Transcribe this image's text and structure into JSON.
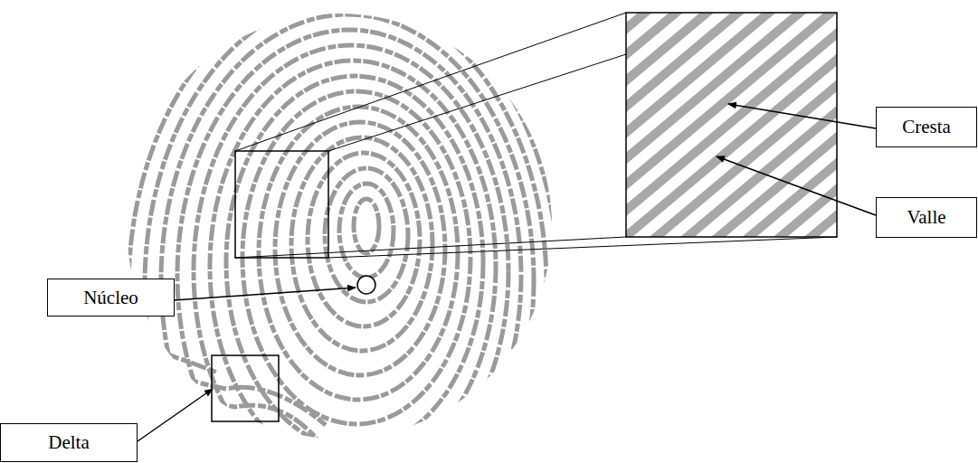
{
  "diagram": {
    "nodes": [
      {
        "text": [
          "Cresta"
        ]
      },
      {
        "text": [
          "Valle"
        ]
      },
      {
        "text": [
          "Núcleo"
        ]
      },
      {
        "text": [
          "Delta"
        ]
      }
    ]
  }
}
